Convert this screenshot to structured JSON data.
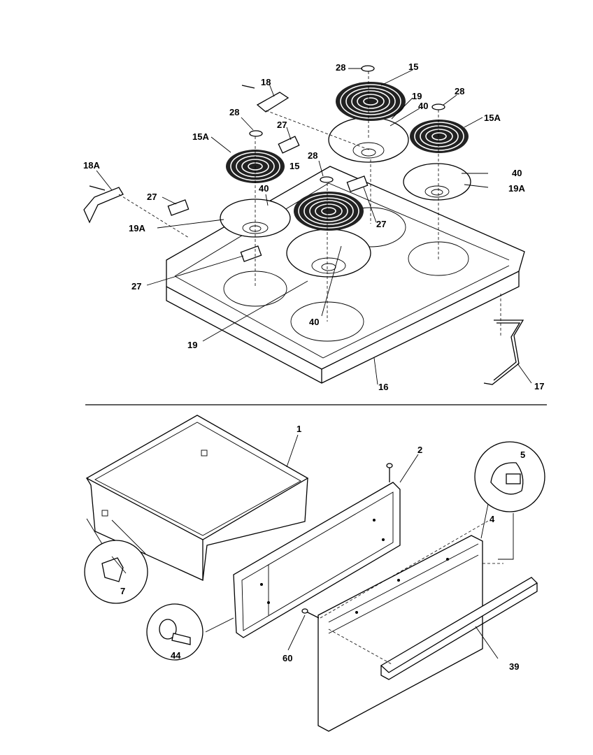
{
  "header": {
    "left_text": "",
    "center_text": ""
  },
  "labels": {
    "l28a": "28",
    "l15a": "15",
    "l18": "18",
    "l19a": "19",
    "l40a": "40",
    "l28b": "28",
    "l28c": "28",
    "l27a": "27",
    "l15Aa": "15A",
    "l15Ab": "15A",
    "l18A": "18A",
    "l27b": "27",
    "l40b": "40",
    "l28d": "28",
    "l15b": "15",
    "l40c": "40",
    "l19Aa": "19A",
    "l19Ab": "19A",
    "l27c": "27",
    "l27d": "27",
    "l40d": "40",
    "l19b": "19",
    "l16": "16",
    "l17": "17",
    "l1": "1",
    "l2": "2",
    "l5": "5",
    "l4": "4",
    "l7": "7",
    "l44": "44",
    "l60": "60",
    "l39": "39"
  },
  "colors": {
    "line": "#000000",
    "background": "#ffffff"
  }
}
